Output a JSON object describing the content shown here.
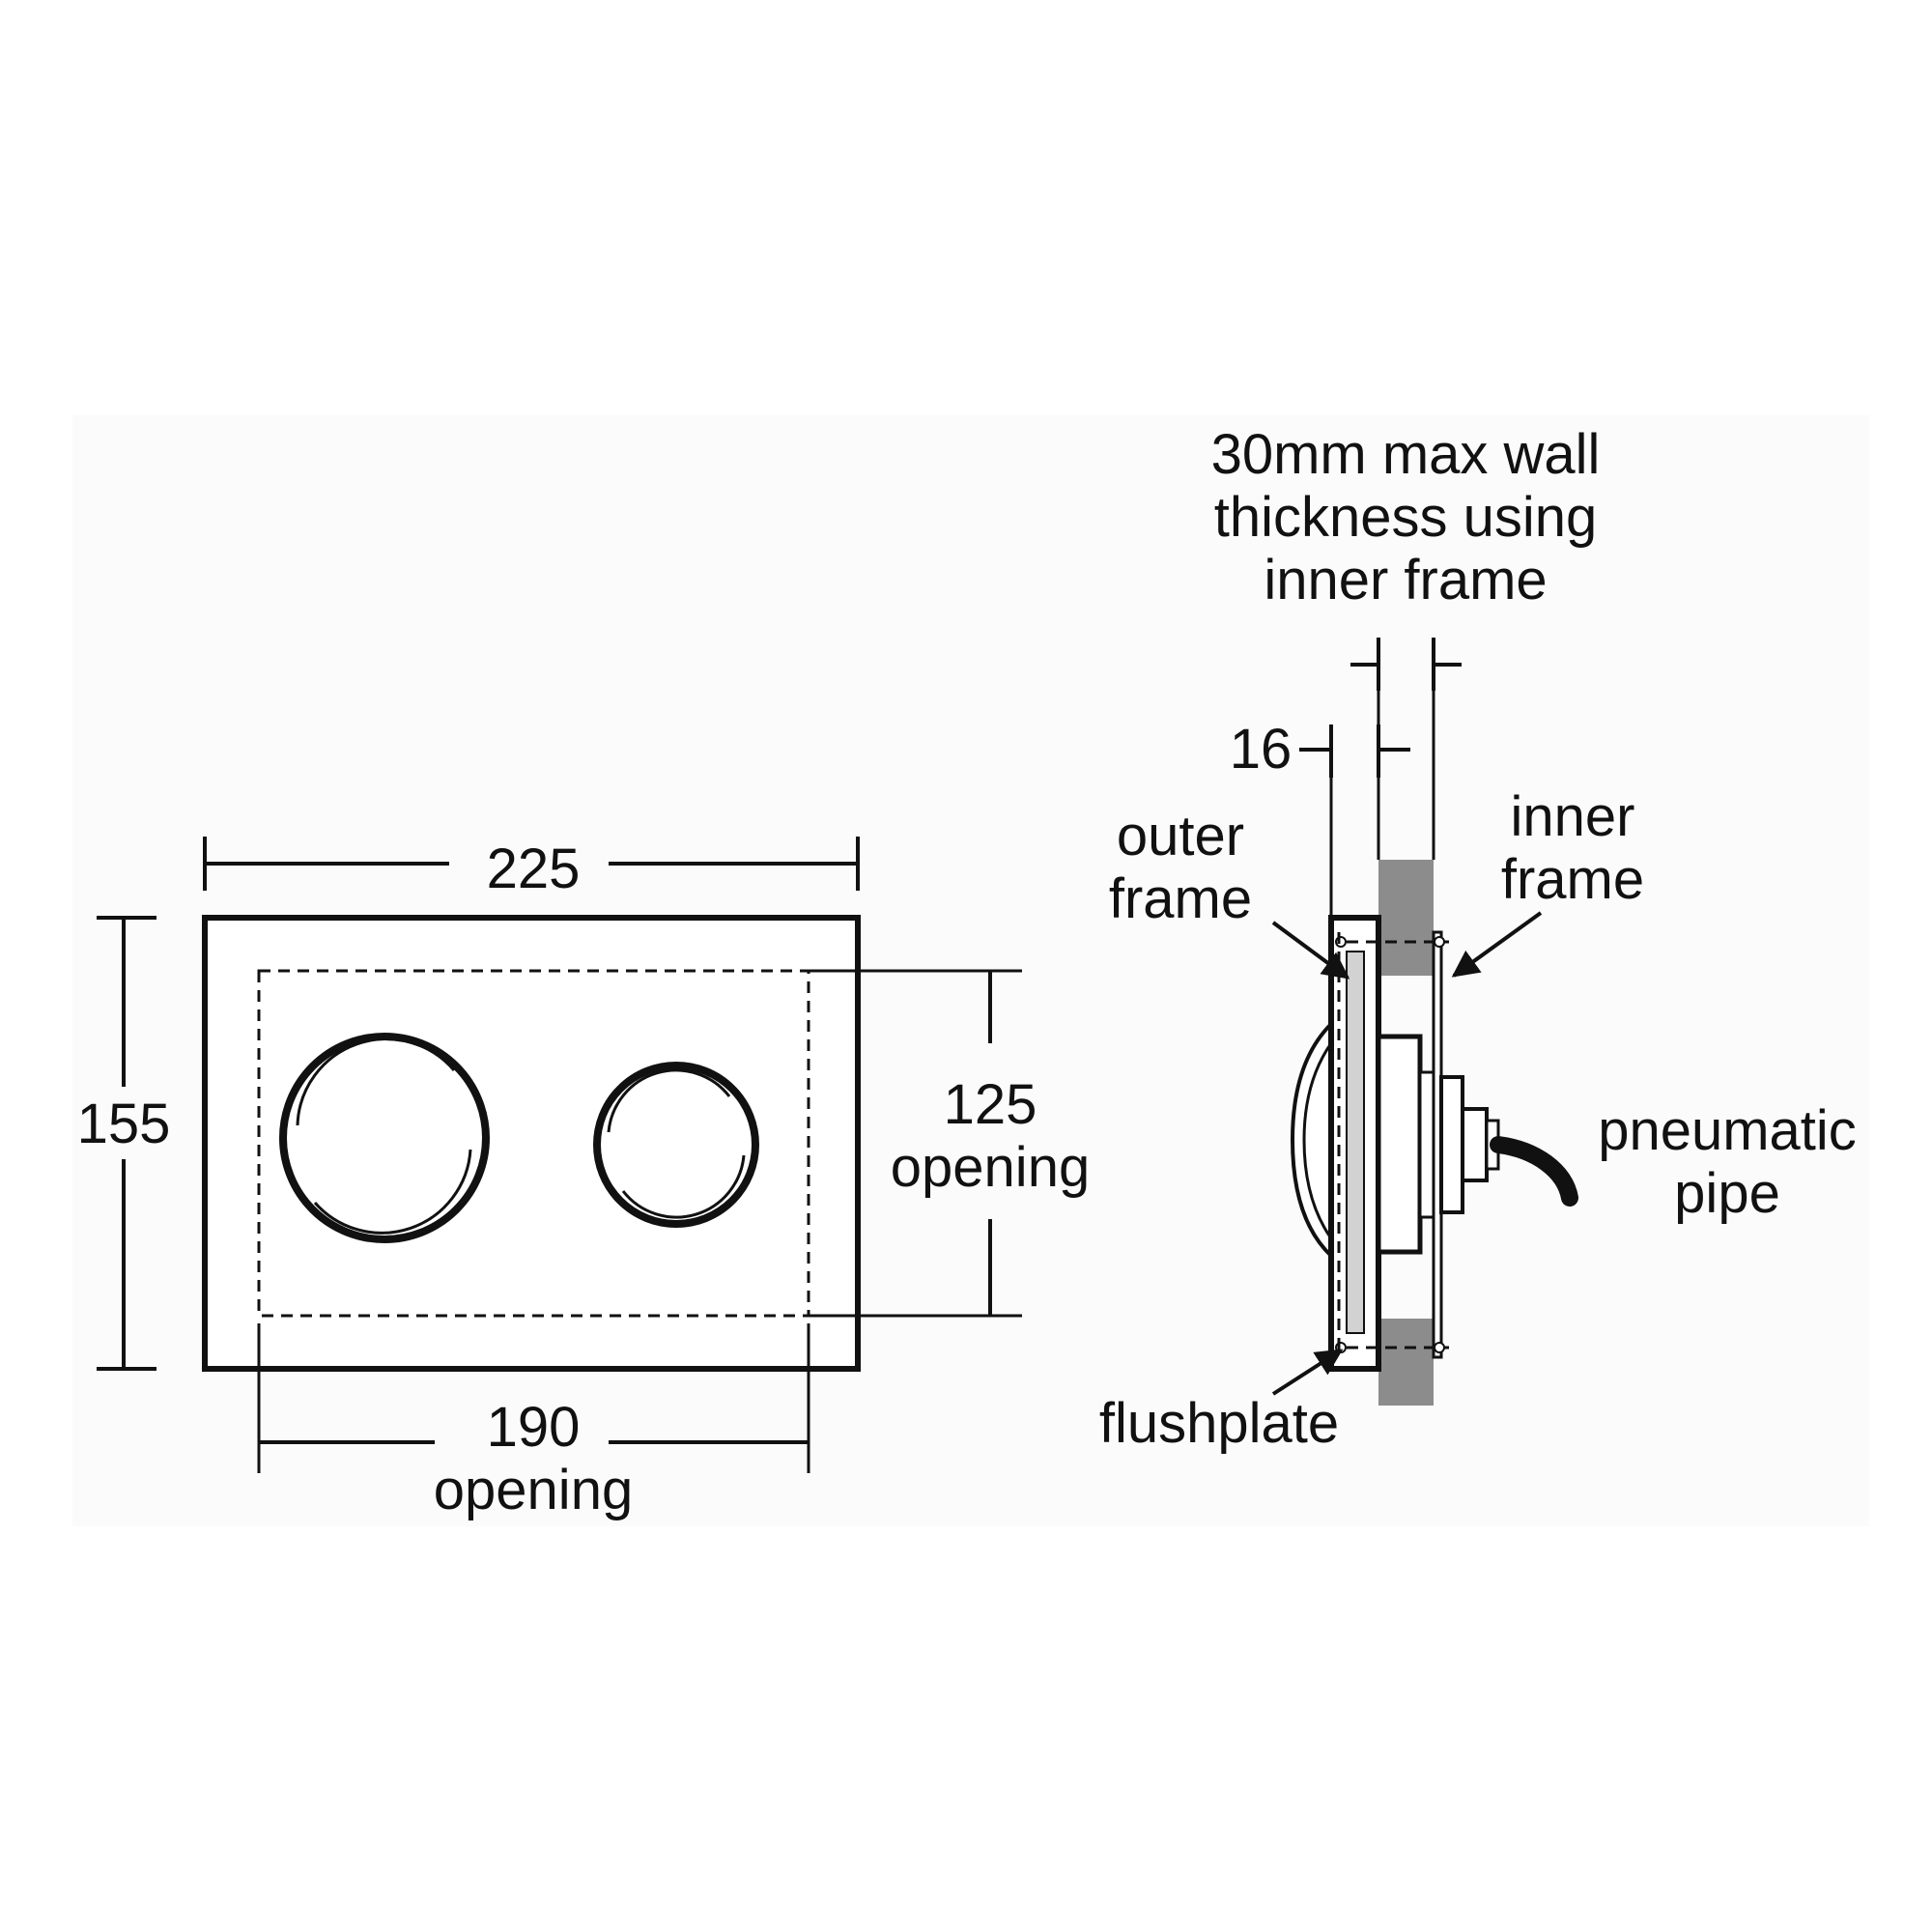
{
  "colors": {
    "line": "#111111",
    "wall": "#8c8c8c",
    "plate_fill": "#d2d2d2",
    "background": "#ffffff",
    "panel": "#fbfbfb"
  },
  "front_view": {
    "width_dim": "225",
    "height_dim": "155",
    "opening_height_dim": "125",
    "opening_height_label": "opening",
    "opening_width_dim": "190",
    "opening_width_label": "opening"
  },
  "side_view": {
    "wall_note": [
      "30mm max wall",
      "thickness using",
      "inner frame"
    ],
    "depth_dim": "16",
    "outer_frame_label": [
      "outer",
      "frame"
    ],
    "inner_frame_label": [
      "inner",
      "frame"
    ],
    "pneumatic_pipe_label": [
      "pneumatic",
      "pipe"
    ],
    "flushplate_label": "flushplate"
  }
}
